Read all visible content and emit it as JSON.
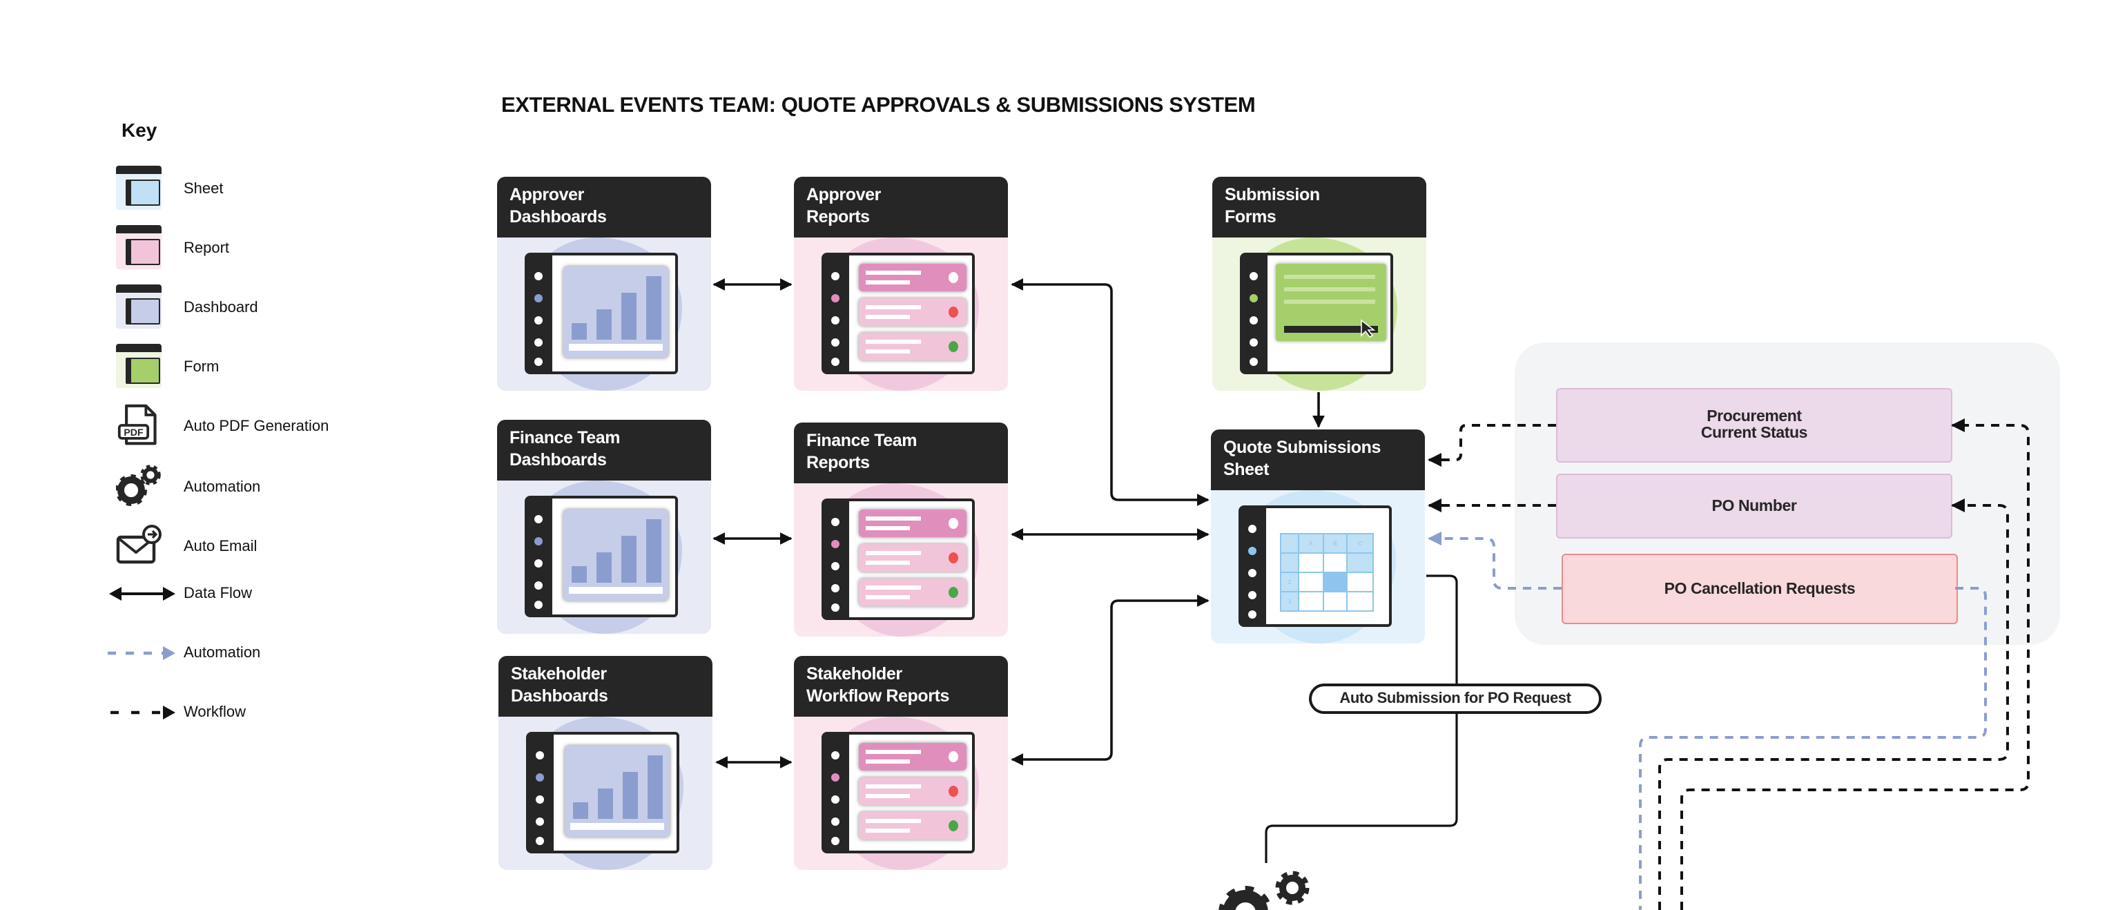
{
  "title": "EXTERNAL EVENTS TEAM: QUOTE APPROVALS & SUBMISSIONS SYSTEM",
  "key": {
    "heading": "Key",
    "items": [
      {
        "label": "Sheet",
        "icon": "sheet-icon"
      },
      {
        "label": "Report",
        "icon": "report-icon"
      },
      {
        "label": "Dashboard",
        "icon": "dashboard-icon"
      },
      {
        "label": "Form",
        "icon": "form-icon"
      },
      {
        "label": "Auto PDF Generation",
        "icon": "pdf-icon",
        "icon_text": "PDF"
      },
      {
        "label": "Automation",
        "icon": "gears-icon"
      },
      {
        "label": "Auto Email",
        "icon": "email-icon"
      },
      {
        "label": "Data Flow",
        "icon": "double-arrow-icon"
      },
      {
        "label": "Automation",
        "icon": "blue-dashed-arrow-icon"
      },
      {
        "label": "Workflow",
        "icon": "black-dashed-arrow-icon"
      }
    ]
  },
  "cards": [
    {
      "title": "Approver\nDashboards",
      "kind": "dashboard"
    },
    {
      "title": "Approver\nReports",
      "kind": "report"
    },
    {
      "title": "Submission\nForms",
      "kind": "form"
    },
    {
      "title": "Finance Team\nDashboards",
      "kind": "dashboard"
    },
    {
      "title": "Finance Team\nReports",
      "kind": "report"
    },
    {
      "title": "Quote Submissions\nSheet",
      "kind": "sheet",
      "columns": [
        "A",
        "B",
        "C"
      ],
      "rows": [
        "",
        "2",
        "3"
      ]
    },
    {
      "title": "Stakeholder\nDashboards",
      "kind": "dashboard"
    },
    {
      "title": "Stakeholder\nWorkflow Reports",
      "kind": "report"
    }
  ],
  "panel": {
    "procurement": "Procurement\nCurrent Status",
    "po_number": "PO Number",
    "po_cancellation": "PO Cancellation Requests"
  },
  "pill_label": "Auto Submission for PO Request",
  "colors": {
    "dark": "#262626",
    "dashboard_bg": "#e8eaf5",
    "dashboard_bar": "#8b9dcf",
    "report_bg": "#fbe6ee",
    "report_row": "#e08fbd",
    "form_bg": "#eef5e0",
    "form_green": "#a5cf6b",
    "sheet_bg": "#e6f2fb",
    "automation_line": "#8b9dcf",
    "panel_bg": "#f3f4f6",
    "purple_box": "#ecd9ea",
    "red_box": "#fad9dc",
    "status_red": "#ef5050",
    "status_green": "#4aa64a"
  }
}
